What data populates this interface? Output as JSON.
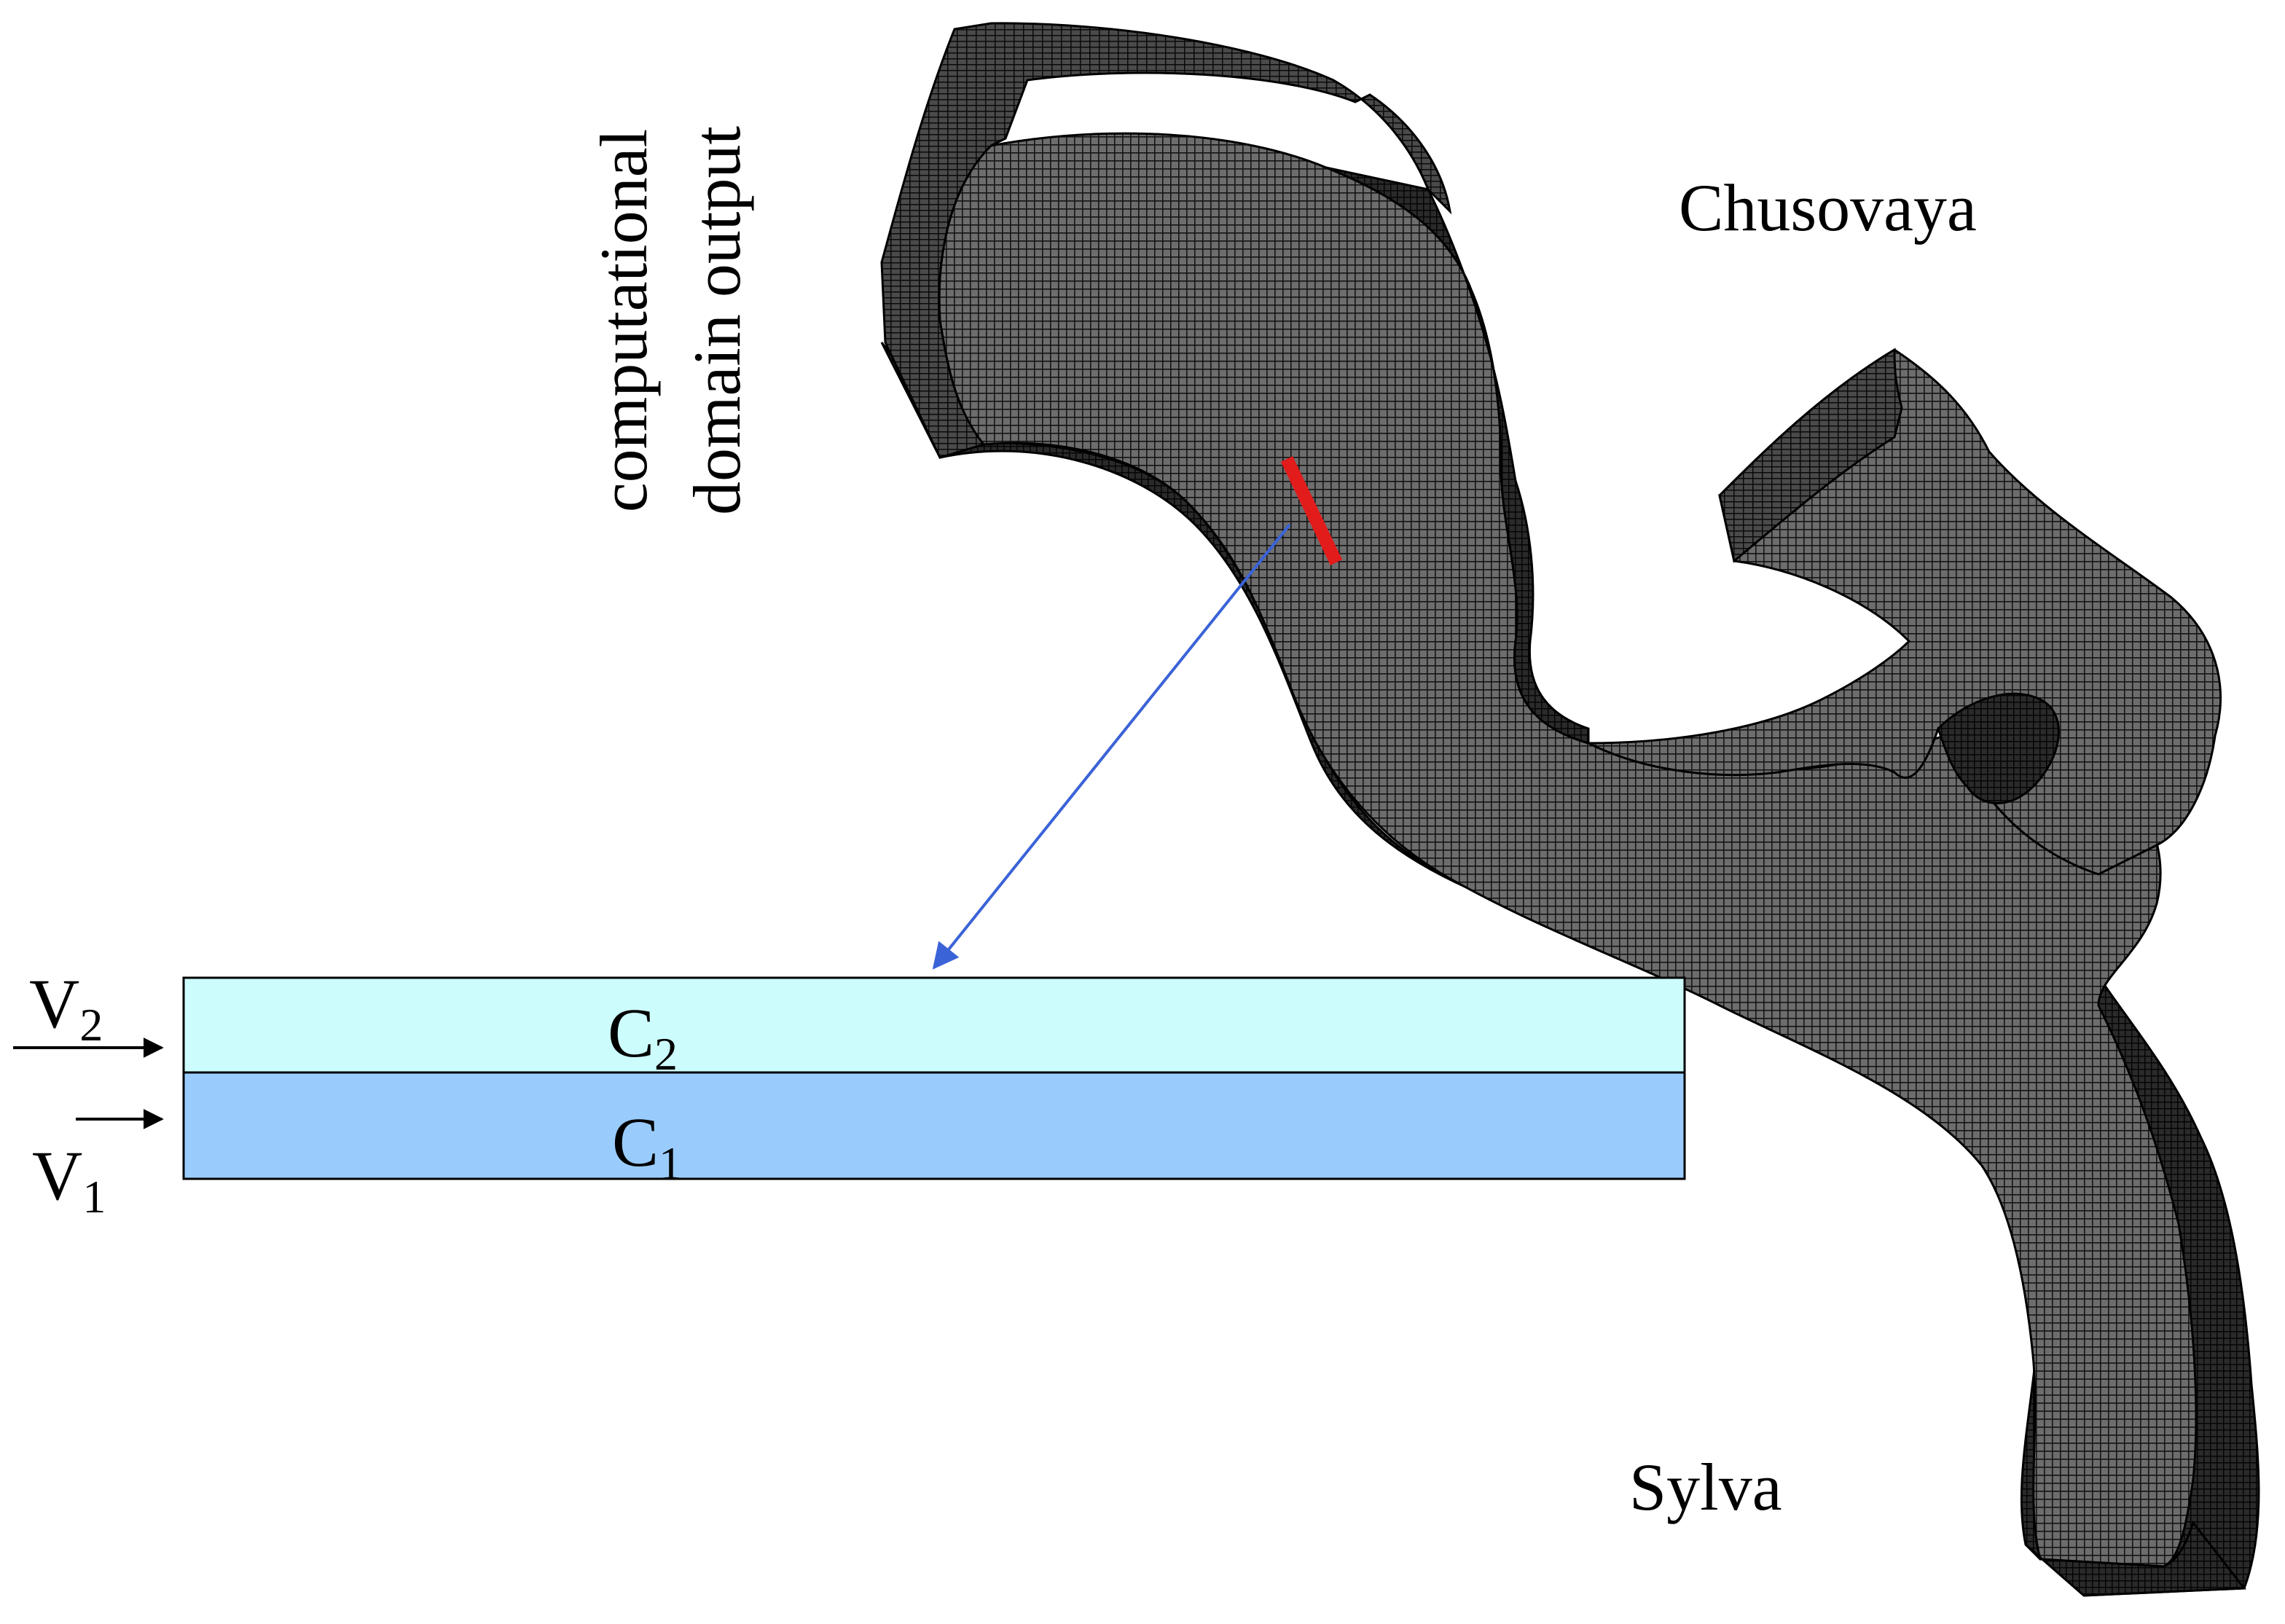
{
  "labels": {
    "computational_line1": "computational",
    "computational_line2": "domain output",
    "chusovaya": "Chusovaya",
    "sylva": "Sylva"
  },
  "layers": {
    "top": {
      "base": "C",
      "sub": "2"
    },
    "bottom": {
      "base": "C",
      "sub": "1"
    }
  },
  "velocities": {
    "top": {
      "base": "V",
      "sub": "2"
    },
    "bottom": {
      "base": "V",
      "sub": "1"
    }
  },
  "colors": {
    "top_layer": "#cdfcfd",
    "bottom_layer": "#99ccfd",
    "section_marker": "#e21b1b",
    "pointer_arrow": "#3b63d8",
    "mesh_dark": "#1e1e1e",
    "mesh_light": "#5a5a5a"
  },
  "icons": {
    "mesh": "mesh-3d-river-confluence",
    "marker": "cross-section-marker",
    "pointer": "arrow-to-cross-section"
  }
}
